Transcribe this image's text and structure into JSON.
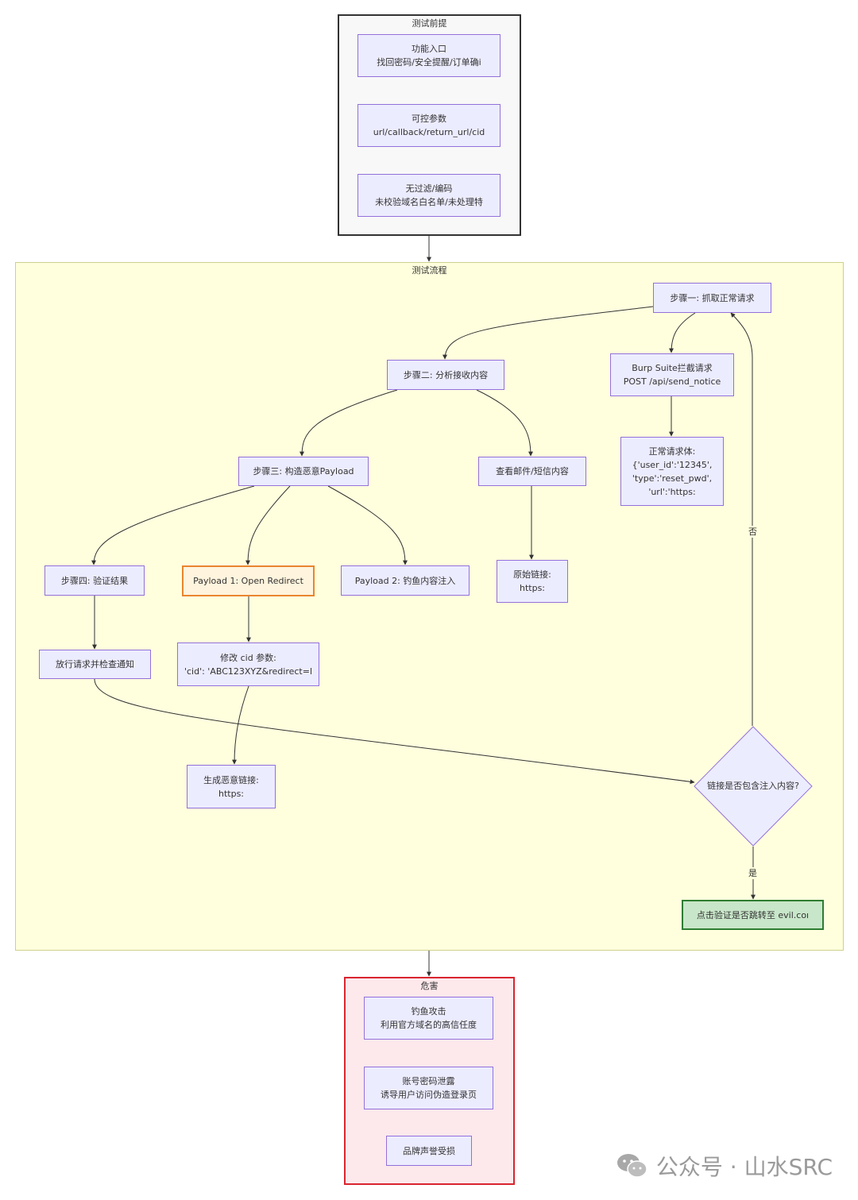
{
  "groups": {
    "precondition": "测试前提",
    "flow": "测试流程",
    "harm": "危害"
  },
  "precondition_nodes": [
    {
      "title": "功能入口",
      "detail": "找回密码/安全提醒/订单确i"
    },
    {
      "title": "可控参数",
      "detail": "url/callback/return_url/cid"
    },
    {
      "title": "无过滤/编码",
      "detail": "未校验域名白名单/未处理特"
    }
  ],
  "flow_nodes": {
    "step1": "步骤一: 抓取正常请求",
    "burp": [
      "Burp Suite拦截请求",
      "POST /api/send_notice"
    ],
    "normal_body": [
      "正常请求体:",
      "{'user_id':'12345',",
      "'type':'reset_pwd',",
      "'url':'https:"
    ],
    "step2": "步骤二: 分析接收内容",
    "check_mail": "查看邮件/短信内容",
    "original_link": [
      "原始链接:",
      "https:"
    ],
    "step3": "步骤三: 构造恶意Payload",
    "step4": "步骤四: 验证结果",
    "payload1": "Payload 1: Open Redirect",
    "payload2": "Payload 2: 钓鱼内容注入",
    "release": "放行请求并检查通知",
    "modify_cid": [
      "修改 cid 参数:",
      "'cid': 'ABC123XYZ&redirect=l"
    ],
    "gen_link": [
      "生成恶意链接:",
      "https:"
    ],
    "decision": "链接是否包含注入内容?",
    "verify": "点击验证是否跳转至 evil.coı"
  },
  "edge_labels": {
    "no": "否",
    "yes": "是"
  },
  "harm_nodes": [
    {
      "title": "钓鱼攻击",
      "detail": "利用官方域名的高信任度"
    },
    {
      "title": "账号密码泄露",
      "detail": "诱导用户访问伪造登录页"
    },
    {
      "title": "品牌声誉受损",
      "detail": ""
    }
  ],
  "watermark": {
    "text": "公众号 · 山水SRC",
    "icon": "wechat-icon"
  },
  "colors": {
    "node_fill": "#ececff",
    "node_border": "#9370db",
    "flow_bg": "#ffffde",
    "harm_bg": "#fde8ec",
    "harm_border": "#d9252f",
    "payload1_border": "#e9852f",
    "verify_fill": "#c8e6c9"
  }
}
